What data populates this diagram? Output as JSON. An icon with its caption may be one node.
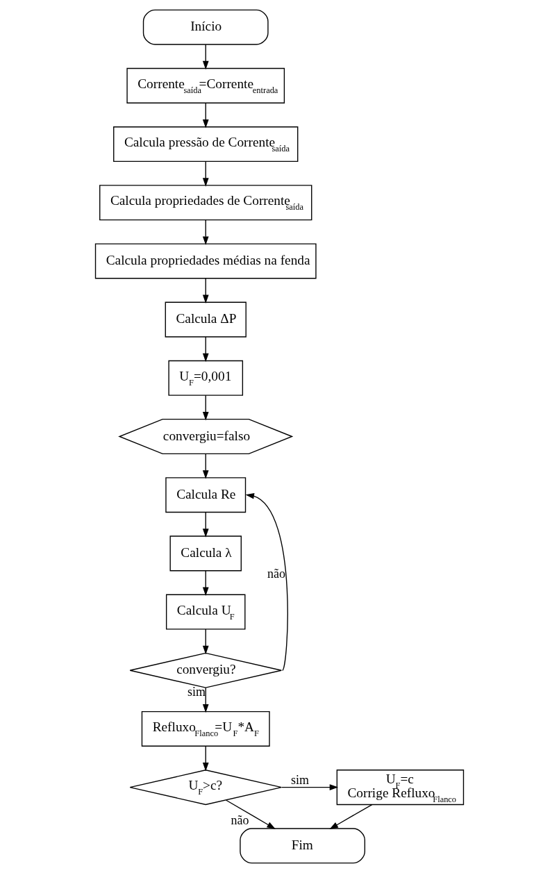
{
  "diagram": {
    "nodes": [
      {
        "text": [
          "Início"
        ]
      },
      {
        "text": [
          "Corrente$_{saída}$=Corrente$_{entrada}$"
        ]
      },
      {
        "text": [
          "Calcula pressão de Corrente$_{saída}$"
        ]
      },
      {
        "text": [
          "Calcula propriedades de Corrente$_{saída}$"
        ]
      },
      {
        "text": [
          "Calcula propriedades médias na fenda"
        ]
      },
      {
        "text": [
          "Calcula ΔP"
        ]
      },
      {
        "text": [
          "U$_{F}$=0,001"
        ]
      },
      {
        "text": [
          "convergiu=falso"
        ]
      },
      {
        "text": [
          "Calcula Re"
        ]
      },
      {
        "text": [
          "Calcula λ"
        ]
      },
      {
        "text": [
          "Calcula U$_{F}$"
        ]
      },
      {
        "text": [
          "convergiu?"
        ]
      },
      {
        "text": [
          "Refluxo$_{Flanco}$=U$_{F}$*A$_{F}$"
        ]
      },
      {
        "text": [
          "U$_{F}$>c?"
        ]
      },
      {
        "text": [
          "U$_{F}$=c",
          "Corrige Refluxo$_{Flanco}$"
        ]
      },
      {
        "text": [
          "Fim"
        ]
      }
    ],
    "edges": [
      {
        "from": 0,
        "to": 1,
        "arrow": "to"
      },
      {
        "from": 1,
        "to": 2,
        "arrow": "to"
      },
      {
        "from": 2,
        "to": 3,
        "arrow": "to"
      },
      {
        "from": 3,
        "to": 4,
        "arrow": "to"
      },
      {
        "from": 4,
        "to": 5,
        "arrow": "to"
      },
      {
        "from": 5,
        "to": 6,
        "arrow": "to"
      },
      {
        "from": 6,
        "to": 7,
        "arrow": "to"
      },
      {
        "from": 7,
        "to": 8,
        "arrow": "to"
      },
      {
        "from": 8,
        "to": 9,
        "arrow": "to"
      },
      {
        "from": 9,
        "to": 10,
        "arrow": "to"
      },
      {
        "from": 10,
        "to": 11,
        "arrow": "to"
      },
      {
        "from": 11,
        "to": 8,
        "arrow": "to",
        "label": "não"
      },
      {
        "from": 11,
        "to": 12,
        "arrow": "to",
        "label": "sim"
      },
      {
        "from": 12,
        "to": 13,
        "arrow": "to"
      },
      {
        "from": 13,
        "to": 14,
        "arrow": "to",
        "label": "sim"
      },
      {
        "from": 13,
        "to": 15,
        "arrow": "to",
        "label": "não"
      },
      {
        "from": 14,
        "to": 15,
        "arrow": "to"
      }
    ]
  }
}
